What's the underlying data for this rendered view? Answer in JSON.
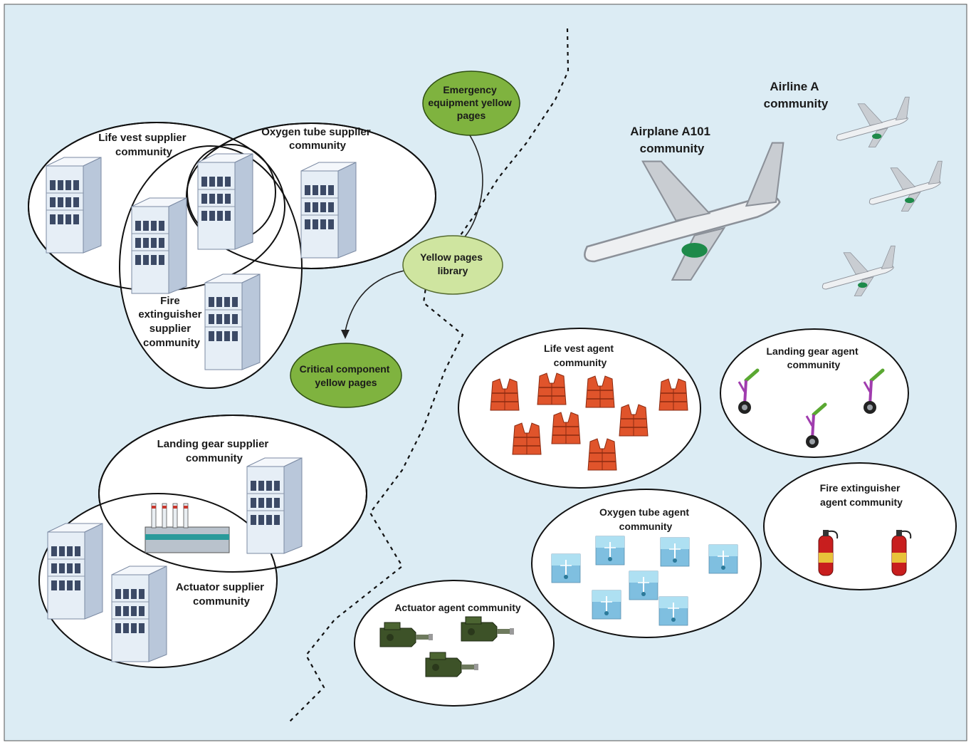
{
  "colors": {
    "background": "#dcecf4",
    "node_dark": "#7fb33f",
    "node_light": "#cfe5a0",
    "building_front": "#e8eff6",
    "window": "#3c4a66",
    "life_vest": "#e0542b",
    "extinguisher": "#c81e1e",
    "actuator": "#3d5228"
  },
  "supplier_side": {
    "life_vest": [
      "Life vest supplier",
      "community"
    ],
    "oxygen_tube": [
      "Oxygen tube supplier",
      "community"
    ],
    "fire_extinguisher": [
      "Fire",
      "extinguisher",
      "supplier",
      "community"
    ],
    "landing_gear": [
      "Landing gear supplier",
      "community"
    ],
    "actuator": [
      "Actuator supplier",
      "community"
    ]
  },
  "yellow_pages": {
    "emergency": [
      "Emergency",
      "equipment yellow",
      "pages"
    ],
    "library": [
      "Yellow pages",
      "library"
    ],
    "critical": [
      "Critical component",
      "yellow pages"
    ]
  },
  "airline_side": {
    "airline": [
      "Airline A",
      "community"
    ],
    "airplane": [
      "Airplane A101",
      "community"
    ]
  },
  "agent_side": {
    "life_vest": [
      "Life vest agent",
      "community"
    ],
    "landing_gear": [
      "Landing gear agent",
      "community"
    ],
    "fire_extinguisher": [
      "Fire extinguisher",
      "agent community"
    ],
    "oxygen_tube": [
      "Oxygen tube agent",
      "community"
    ],
    "actuator": [
      "Actuator agent community"
    ]
  },
  "icons": {
    "building": "building-icon",
    "factory": "factory-icon",
    "airplane": "airplane-icon",
    "life_vest": "life-vest-icon",
    "landing_gear": "landing-gear-icon",
    "fire_extinguisher": "fire-extinguisher-icon",
    "oxygen_tube": "oxygen-tube-icon",
    "actuator": "actuator-icon"
  }
}
